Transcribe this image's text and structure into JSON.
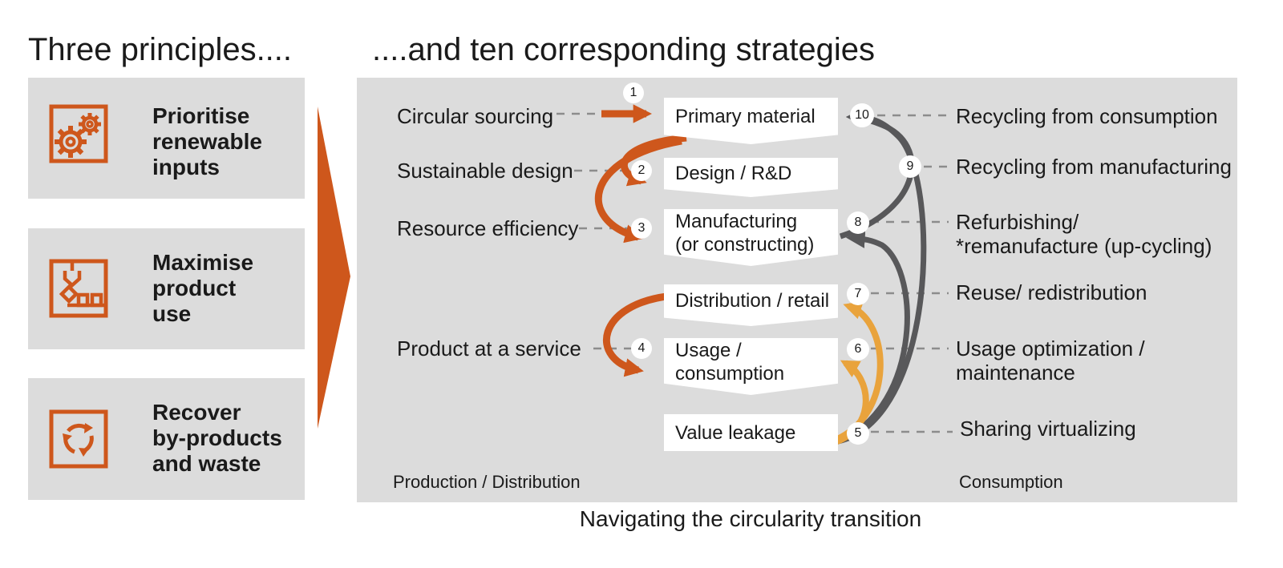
{
  "headings": {
    "left": "Three principles....",
    "right": "....and ten corresponding strategies"
  },
  "principles": [
    {
      "icon": "gears-icon",
      "lines": [
        "Prioritise",
        "renewable",
        "inputs"
      ]
    },
    {
      "icon": "claw-icon",
      "lines": [
        "Maximise",
        "product",
        "use"
      ]
    },
    {
      "icon": "recycle-icon",
      "lines": [
        "Recover",
        "by-products",
        "and waste"
      ]
    }
  ],
  "panel": {
    "left_strategies": [
      {
        "num": "1",
        "label": "Circular sourcing"
      },
      {
        "num": "2",
        "label": "Sustainable design"
      },
      {
        "num": "3",
        "label": "Resource efficiency"
      },
      {
        "num": "4",
        "label": "Product at a service"
      }
    ],
    "stages": [
      {
        "lines": [
          "Primary material",
          ""
        ]
      },
      {
        "lines": [
          "Design / R&D",
          ""
        ]
      },
      {
        "lines": [
          "Manufacturing",
          "(or constructing)"
        ]
      },
      {
        "lines": [
          "Distribution / retail",
          ""
        ]
      },
      {
        "lines": [
          "Usage /",
          "consumption"
        ]
      },
      {
        "lines": [
          "Value leakage",
          ""
        ]
      }
    ],
    "right_strategies": [
      {
        "num": "10",
        "lines": [
          "Recycling from consumption",
          ""
        ]
      },
      {
        "num": "9",
        "lines": [
          "Recycling from manufacturing",
          ""
        ]
      },
      {
        "num": "8",
        "lines": [
          "Refurbishing/",
          "*remanufacture (up-cycling)"
        ]
      },
      {
        "num": "7",
        "lines": [
          "Reuse/ redistribution",
          ""
        ]
      },
      {
        "num": "6",
        "lines": [
          "Usage optimization /",
          "maintenance"
        ]
      },
      {
        "num": "5",
        "lines": [
          "Sharing virtualizing",
          ""
        ]
      }
    ],
    "zones": {
      "left": "Production / Distribution",
      "right": "Consumption"
    }
  },
  "caption": "Navigating the circularity transition",
  "colors": {
    "orange": "#CE571C",
    "amber": "#E9A33C",
    "arrow_gray": "#58585A",
    "panel_gray": "#DCDCDC",
    "dash_gray": "#8C8C8C",
    "text": "#1A1A1A"
  }
}
